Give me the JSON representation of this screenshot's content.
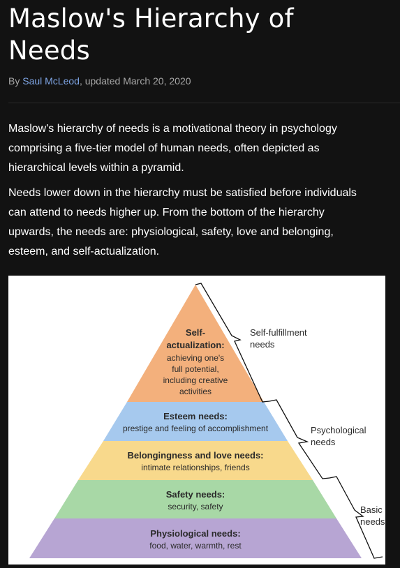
{
  "article": {
    "title_line1": "Maslow's Hierarchy of",
    "title_line2": "Needs",
    "byline_prefix": "By ",
    "author": "Saul McLeod",
    "byline_suffix": ", updated March 20, 2020",
    "paragraph1_lines": [
      "Maslow's hierarchy of needs is a motivational theory in psychology",
      "comprising a five-tier model of human needs, often depicted as",
      "hierarchical levels within a pyramid."
    ],
    "paragraph2_lines": [
      "Needs lower down in the hierarchy must be satisfied before individuals",
      "can attend to needs higher up. From the bottom of the hierarchy",
      "upwards, the needs are: physiological, safety, love and belonging,",
      "esteem, and self-actualization."
    ]
  },
  "pyramid": {
    "tiers": [
      {
        "title_lines": [
          "Self-",
          "actualization:"
        ],
        "desc_lines": [
          "achieving one's",
          "full potential,",
          "including creative",
          "activities"
        ],
        "color": "#f3b07c"
      },
      {
        "title_lines": [
          "Esteem needs:"
        ],
        "desc_lines": [
          "prestige and feeling of accomplishment"
        ],
        "color": "#a6c9ee"
      },
      {
        "title_lines": [
          "Belongingness and love needs:"
        ],
        "desc_lines": [
          "intimate relationships, friends"
        ],
        "color": "#f8d98c"
      },
      {
        "title_lines": [
          "Safety needs:"
        ],
        "desc_lines": [
          "security, safety"
        ],
        "color": "#a8d8a6"
      },
      {
        "title_lines": [
          "Physiological needs:"
        ],
        "desc_lines": [
          "food, water, warmth, rest"
        ],
        "color": "#b7a5d3"
      }
    ],
    "groups": [
      {
        "label_lines": [
          "Self-fulfillment",
          "needs"
        ]
      },
      {
        "label_lines": [
          "Psychological",
          "needs"
        ]
      },
      {
        "label_lines": [
          "Basic",
          "needs"
        ]
      }
    ]
  },
  "colors": {
    "background": "#121212",
    "link": "#7fa6e6",
    "byline": "#a8a8a8"
  }
}
